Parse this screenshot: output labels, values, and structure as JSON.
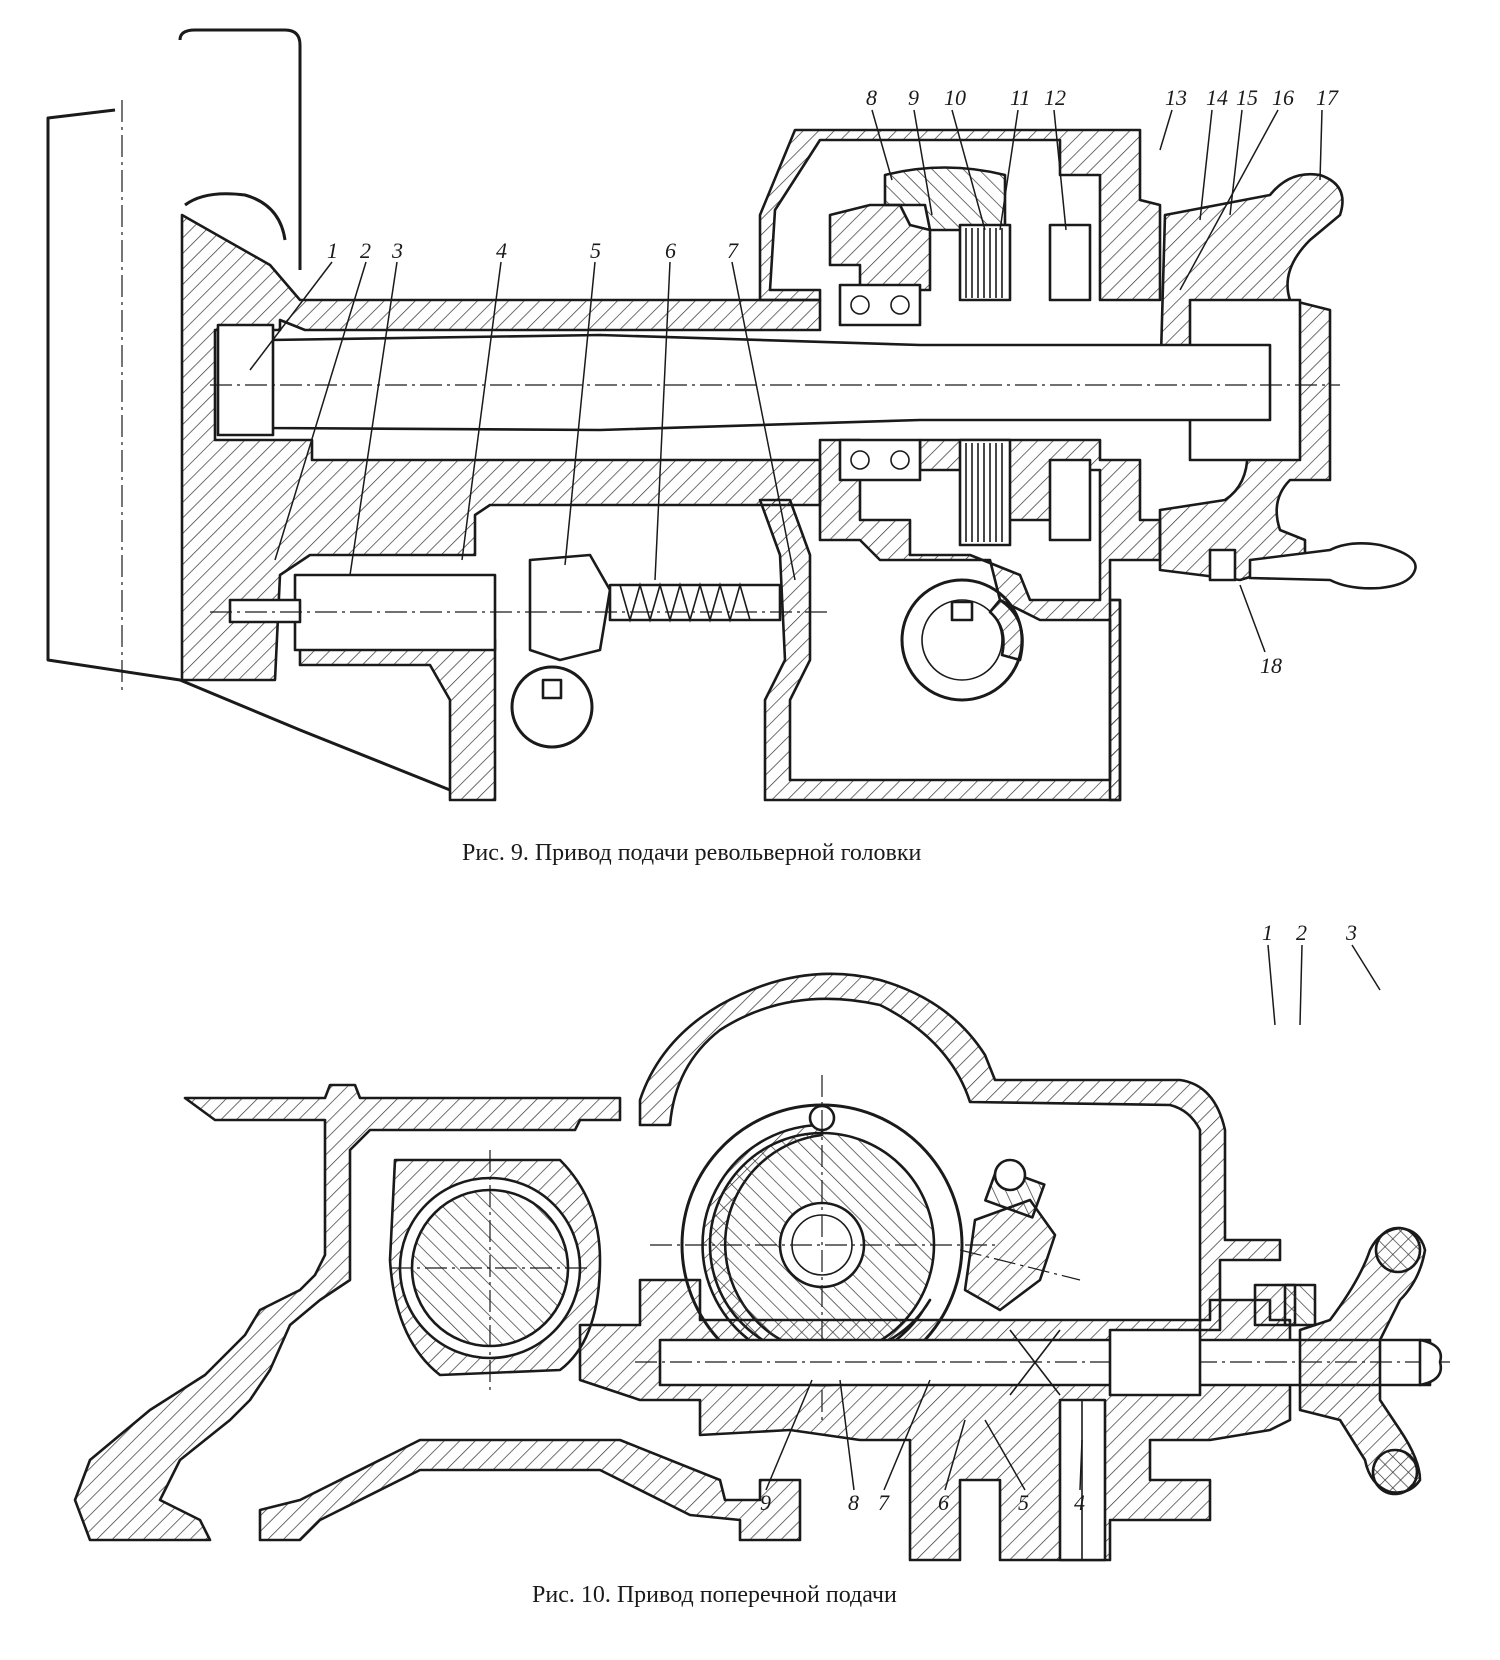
{
  "figure9": {
    "caption": "Рис. 9. Привод подачи револьверной головки",
    "part_labels": [
      "1",
      "2",
      "3",
      "4",
      "5",
      "6",
      "7",
      "8",
      "9",
      "10",
      "11",
      "12",
      "13",
      "14",
      "15",
      "16",
      "17",
      "18"
    ]
  },
  "figure10": {
    "caption": "Рис. 10. Привод поперечной подачи",
    "part_labels": [
      "1",
      "2",
      "3",
      "4",
      "5",
      "6",
      "7",
      "8",
      "9"
    ]
  }
}
